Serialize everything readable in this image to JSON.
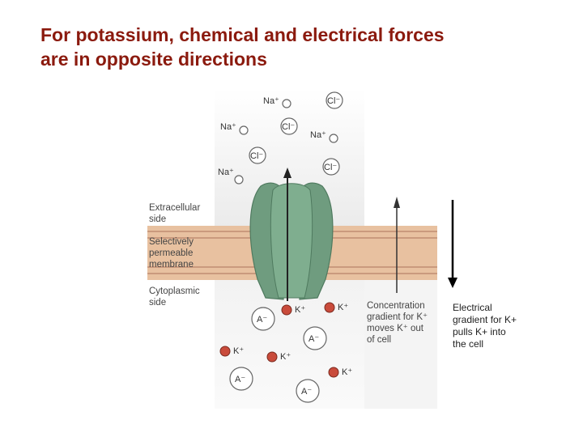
{
  "slide": {
    "title_line1": "For potassium, chemical and electrical forces",
    "title_line2": "are in opposite directions"
  },
  "figure": {
    "labels": {
      "extracellular_1": "Extracellular",
      "extracellular_2": "side",
      "selective_1": "Selectively",
      "selective_2": "permeable",
      "selective_3": "membrane",
      "cytoplasmic_1": "Cytoplasmic",
      "cytoplasmic_2": "side",
      "conc_1": "Concentration",
      "conc_2": "gradient for K⁺",
      "conc_3": "moves K⁺ out",
      "conc_4": "of cell"
    },
    "ions": {
      "na": "Na⁺",
      "cl": "Cl⁻",
      "k": "K⁺",
      "a": "A⁻"
    }
  },
  "electrical_note": {
    "line1": "Electrical",
    "line2": "gradient for K+",
    "line3": "pulls K+ into",
    "line4": "the cell"
  },
  "colors": {
    "title": "#8b1a0e",
    "channel": "#6f9c7f",
    "membrane": "#e8c1a0",
    "k_ion": "#c94b3b"
  }
}
